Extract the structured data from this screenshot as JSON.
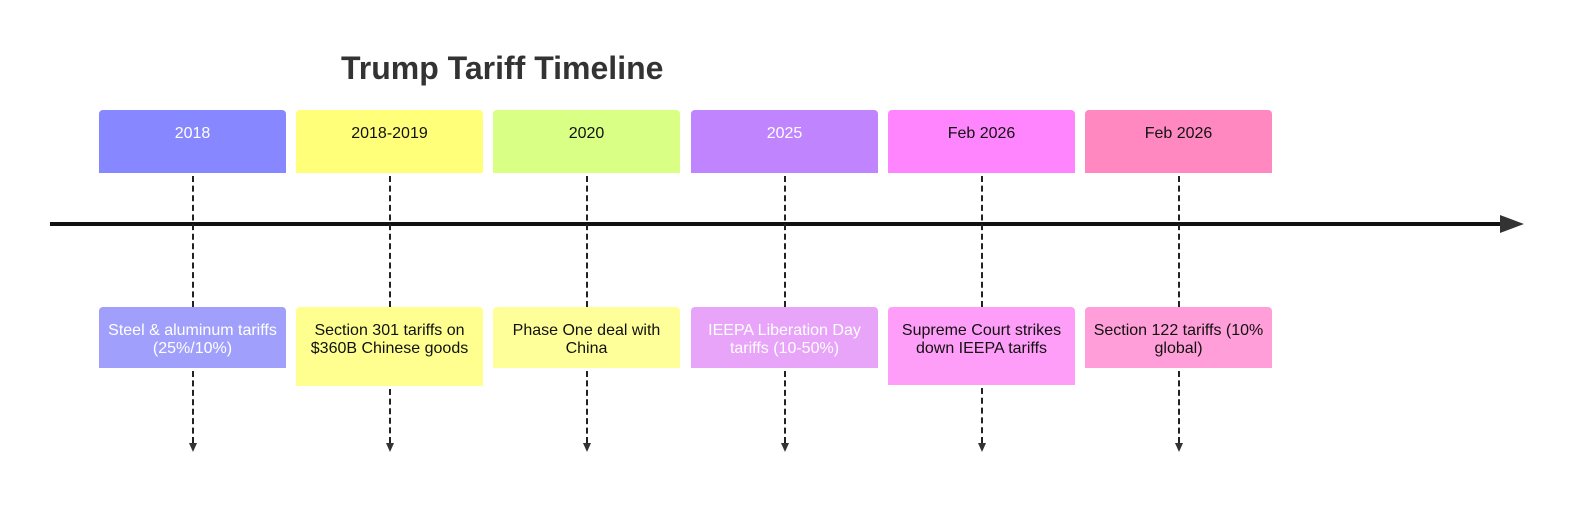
{
  "title": "Trump Tariff Timeline",
  "colors": {
    "axis": "#111111",
    "title": "#333333"
  },
  "sections": [
    {
      "label": "2018",
      "color": "#8787ff",
      "text_color": "#ffffff",
      "event": {
        "text": "Steel & aluminum tariffs (25%/10%)",
        "color": "#a0a0fc",
        "text_color": "#ffffff",
        "height": 61
      }
    },
    {
      "label": "2018-2019",
      "color": "#ffff7a",
      "text_color": "#111111",
      "event": {
        "text": "Section 301 tariffs on $360B Chinese goods",
        "color": "#ffff8f",
        "text_color": "#111111",
        "height": 79
      }
    },
    {
      "label": "2020",
      "color": "#d9ff85",
      "text_color": "#111111",
      "event": {
        "text": "Phase One deal with China",
        "color": "#ffff99",
        "text_color": "#111111",
        "height": 61
      }
    },
    {
      "label": "2025",
      "color": "#c184ff",
      "text_color": "#ffffff",
      "event": {
        "text": "IEEPA Liberation Day tariffs (10-50%)",
        "color": "#e7a4f9",
        "text_color": "#ffffff",
        "height": 61
      }
    },
    {
      "label": "Feb 2026",
      "color": "#ff85ff",
      "text_color": "#111111",
      "event": {
        "text": "Supreme Court strikes down IEEPA tariffs",
        "color": "#ff9ef8",
        "text_color": "#111111",
        "height": 78
      }
    },
    {
      "label": "Feb 2026",
      "color": "#ff88c1",
      "text_color": "#111111",
      "event": {
        "text": "Section 122 tariffs (10% global)",
        "color": "#ff9ed8",
        "text_color": "#111111",
        "height": 61
      }
    }
  ]
}
